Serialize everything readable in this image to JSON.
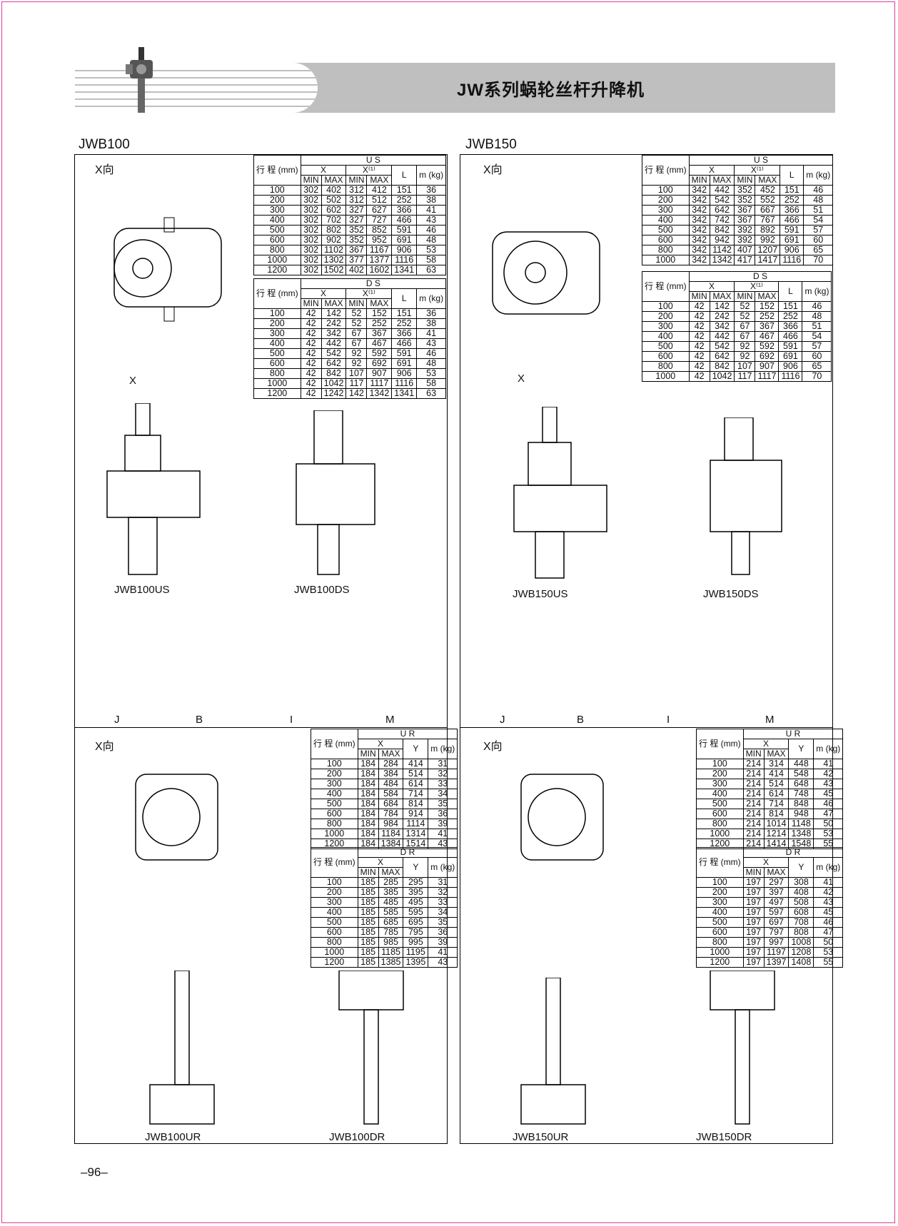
{
  "header": {
    "title": "JW系列蜗轮丝杆升降机"
  },
  "page_number": "–96–",
  "sections": {
    "jwb100": {
      "title": "JWB100",
      "xdir": "X向",
      "xdir2": "X向",
      "xarrow": "X",
      "views": {
        "us": "JWB100US",
        "ds": "JWB100DS",
        "ur": "JWB100UR",
        "dr": "JWB100DR"
      },
      "parts": {
        "j": "J",
        "b": "B",
        "i": "I",
        "m": "M"
      }
    },
    "jwb150": {
      "title": "JWB150",
      "xdir": "X向",
      "xdir2": "X向",
      "xarrow": "X",
      "views": {
        "us": "JWB150US",
        "ds": "JWB150DS",
        "ur": "JWB150UR",
        "dr": "JWB150DR"
      },
      "parts": {
        "j": "J",
        "b": "B",
        "i": "I",
        "m": "M"
      }
    }
  },
  "tables": {
    "h": {
      "stroke": "行",
      "stroke2": "程",
      "mm": "(mm)",
      "x": "X",
      "x1": "X⁽¹⁾",
      "l": "L",
      "y": "Y",
      "m": "m",
      "kg": "(kg)",
      "min": "MIN",
      "max": "MAX",
      "us": "U S",
      "ds": "D S",
      "ur": "U R",
      "dr": "D R"
    },
    "us100": [
      [
        "100",
        "302",
        "402",
        "312",
        "412",
        "151",
        "36"
      ],
      [
        "200",
        "302",
        "502",
        "312",
        "512",
        "252",
        "38"
      ],
      [
        "300",
        "302",
        "602",
        "327",
        "627",
        "366",
        "41"
      ],
      [
        "400",
        "302",
        "702",
        "327",
        "727",
        "466",
        "43"
      ],
      [
        "500",
        "302",
        "802",
        "352",
        "852",
        "591",
        "46"
      ],
      [
        "600",
        "302",
        "902",
        "352",
        "952",
        "691",
        "48"
      ],
      [
        "800",
        "302",
        "1102",
        "367",
        "1167",
        "906",
        "53"
      ],
      [
        "1000",
        "302",
        "1302",
        "377",
        "1377",
        "1116",
        "58"
      ],
      [
        "1200",
        "302",
        "1502",
        "402",
        "1602",
        "1341",
        "63"
      ]
    ],
    "ds100": [
      [
        "100",
        "42",
        "142",
        "52",
        "152",
        "151",
        "36"
      ],
      [
        "200",
        "42",
        "242",
        "52",
        "252",
        "252",
        "38"
      ],
      [
        "300",
        "42",
        "342",
        "67",
        "367",
        "366",
        "41"
      ],
      [
        "400",
        "42",
        "442",
        "67",
        "467",
        "466",
        "43"
      ],
      [
        "500",
        "42",
        "542",
        "92",
        "592",
        "591",
        "46"
      ],
      [
        "600",
        "42",
        "642",
        "92",
        "692",
        "691",
        "48"
      ],
      [
        "800",
        "42",
        "842",
        "107",
        "907",
        "906",
        "53"
      ],
      [
        "1000",
        "42",
        "1042",
        "117",
        "1117",
        "1116",
        "58"
      ],
      [
        "1200",
        "42",
        "1242",
        "142",
        "1342",
        "1341",
        "63"
      ]
    ],
    "us150": [
      [
        "100",
        "342",
        "442",
        "352",
        "452",
        "151",
        "46"
      ],
      [
        "200",
        "342",
        "542",
        "352",
        "552",
        "252",
        "48"
      ],
      [
        "300",
        "342",
        "642",
        "367",
        "667",
        "366",
        "51"
      ],
      [
        "400",
        "342",
        "742",
        "367",
        "767",
        "466",
        "54"
      ],
      [
        "500",
        "342",
        "842",
        "392",
        "892",
        "591",
        "57"
      ],
      [
        "600",
        "342",
        "942",
        "392",
        "992",
        "691",
        "60"
      ],
      [
        "800",
        "342",
        "1142",
        "407",
        "1207",
        "906",
        "65"
      ],
      [
        "1000",
        "342",
        "1342",
        "417",
        "1417",
        "1116",
        "70"
      ]
    ],
    "ds150": [
      [
        "100",
        "42",
        "142",
        "52",
        "152",
        "151",
        "46"
      ],
      [
        "200",
        "42",
        "242",
        "52",
        "252",
        "252",
        "48"
      ],
      [
        "300",
        "42",
        "342",
        "67",
        "367",
        "366",
        "51"
      ],
      [
        "400",
        "42",
        "442",
        "67",
        "467",
        "466",
        "54"
      ],
      [
        "500",
        "42",
        "542",
        "92",
        "592",
        "591",
        "57"
      ],
      [
        "600",
        "42",
        "642",
        "92",
        "692",
        "691",
        "60"
      ],
      [
        "800",
        "42",
        "842",
        "107",
        "907",
        "906",
        "65"
      ],
      [
        "1000",
        "42",
        "1042",
        "117",
        "1117",
        "1116",
        "70"
      ]
    ],
    "ur100": [
      [
        "100",
        "184",
        "284",
        "414",
        "31"
      ],
      [
        "200",
        "184",
        "384",
        "514",
        "32"
      ],
      [
        "300",
        "184",
        "484",
        "614",
        "33"
      ],
      [
        "400",
        "184",
        "584",
        "714",
        "34"
      ],
      [
        "500",
        "184",
        "684",
        "814",
        "35"
      ],
      [
        "600",
        "184",
        "784",
        "914",
        "36"
      ],
      [
        "800",
        "184",
        "984",
        "1114",
        "39"
      ],
      [
        "1000",
        "184",
        "1184",
        "1314",
        "41"
      ],
      [
        "1200",
        "184",
        "1384",
        "1514",
        "43"
      ]
    ],
    "dr100": [
      [
        "100",
        "185",
        "285",
        "295",
        "31"
      ],
      [
        "200",
        "185",
        "385",
        "395",
        "32"
      ],
      [
        "300",
        "185",
        "485",
        "495",
        "33"
      ],
      [
        "400",
        "185",
        "585",
        "595",
        "34"
      ],
      [
        "500",
        "185",
        "685",
        "695",
        "35"
      ],
      [
        "600",
        "185",
        "785",
        "795",
        "36"
      ],
      [
        "800",
        "185",
        "985",
        "995",
        "39"
      ],
      [
        "1000",
        "185",
        "1185",
        "1195",
        "41"
      ],
      [
        "1200",
        "185",
        "1385",
        "1395",
        "43"
      ]
    ],
    "ur150": [
      [
        "100",
        "214",
        "314",
        "448",
        "41"
      ],
      [
        "200",
        "214",
        "414",
        "548",
        "42"
      ],
      [
        "300",
        "214",
        "514",
        "648",
        "43"
      ],
      [
        "400",
        "214",
        "614",
        "748",
        "45"
      ],
      [
        "500",
        "214",
        "714",
        "848",
        "46"
      ],
      [
        "600",
        "214",
        "814",
        "948",
        "47"
      ],
      [
        "800",
        "214",
        "1014",
        "1148",
        "50"
      ],
      [
        "1000",
        "214",
        "1214",
        "1348",
        "53"
      ],
      [
        "1200",
        "214",
        "1414",
        "1548",
        "55"
      ]
    ],
    "dr150": [
      [
        "100",
        "197",
        "297",
        "308",
        "41"
      ],
      [
        "200",
        "197",
        "397",
        "408",
        "42"
      ],
      [
        "300",
        "197",
        "497",
        "508",
        "43"
      ],
      [
        "400",
        "197",
        "597",
        "608",
        "45"
      ],
      [
        "500",
        "197",
        "697",
        "708",
        "46"
      ],
      [
        "600",
        "197",
        "797",
        "808",
        "47"
      ],
      [
        "800",
        "197",
        "997",
        "1008",
        "50"
      ],
      [
        "1000",
        "197",
        "1197",
        "1208",
        "53"
      ],
      [
        "1200",
        "197",
        "1397",
        "1408",
        "55"
      ]
    ]
  }
}
